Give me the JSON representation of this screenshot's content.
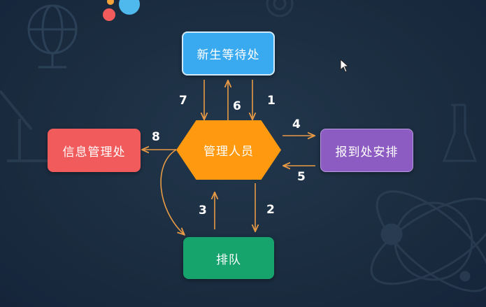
{
  "nodes": {
    "waiting_area": "新生等待处",
    "admin": "管理人员",
    "info_office": "信息管理处",
    "report_arrangement": "报到处安排",
    "queue": "排队"
  },
  "step_labels": {
    "s1": "1",
    "s2": "2",
    "s3": "3",
    "s4": "4",
    "s5": "5",
    "s6": "6",
    "s7": "7",
    "s8": "8"
  },
  "colors": {
    "background": "#1b2d40",
    "arrow": "#e89a45",
    "waiting_area": "#3aaaf0",
    "admin": "#ff9a10",
    "info_office": "#f25b5b",
    "report_arrangement": "#8d5cc2",
    "queue": "#17a36c"
  }
}
